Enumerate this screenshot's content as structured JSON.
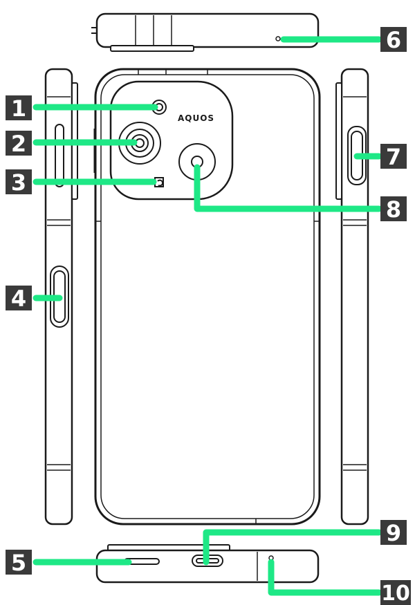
{
  "brand_label": "AQUOS",
  "colors": {
    "leader": "#1ee886",
    "badge": "#3a3a3a",
    "badge_text": "#ffffff",
    "outline": "#1a1a1a",
    "body_fill": "#ffffff"
  },
  "callouts": [
    {
      "id": "1",
      "label": "1"
    },
    {
      "id": "2",
      "label": "2"
    },
    {
      "id": "3",
      "label": "3"
    },
    {
      "id": "4",
      "label": "4"
    },
    {
      "id": "5",
      "label": "5"
    },
    {
      "id": "6",
      "label": "6"
    },
    {
      "id": "7",
      "label": "7"
    },
    {
      "id": "8",
      "label": "8"
    },
    {
      "id": "9",
      "label": "9"
    },
    {
      "id": "10",
      "label": "10"
    }
  ]
}
